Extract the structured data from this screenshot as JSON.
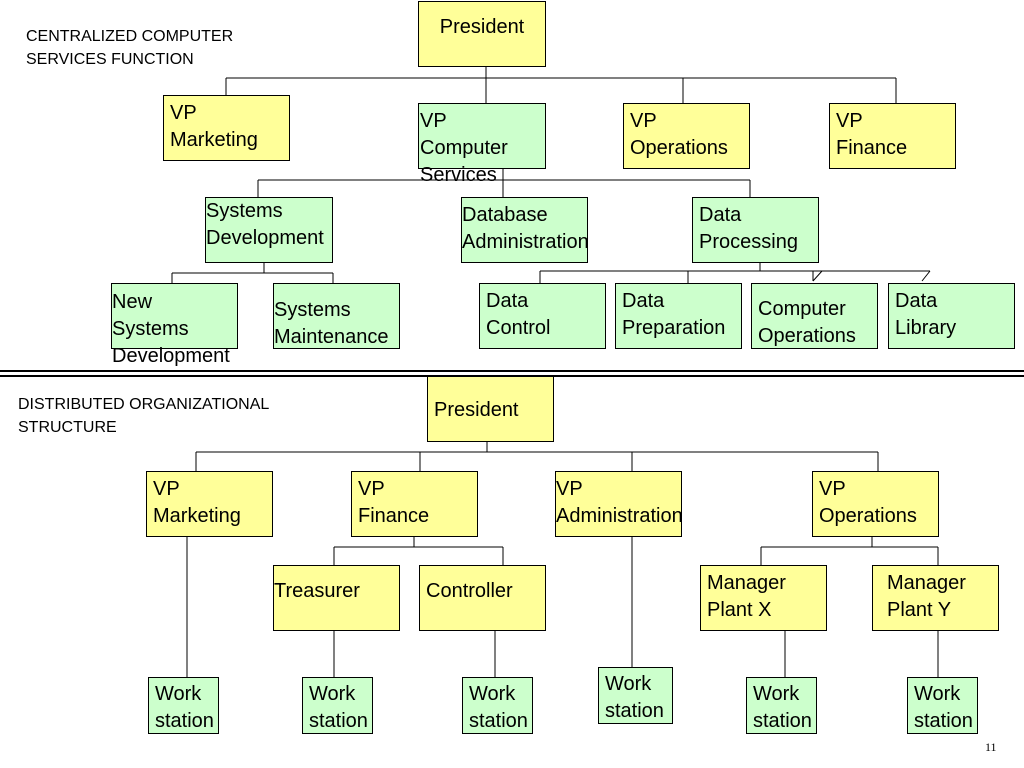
{
  "centralized": {
    "title": "CENTRALIZED COMPUTER\nSERVICES FUNCTION",
    "president": "President",
    "vp_marketing": "VP\nMarketing",
    "vp_computer_services": "VP Computer\nServices",
    "vp_operations": "VP\nOperations",
    "vp_finance": "VP\nFinance",
    "systems_development": "Systems\nDevelopment",
    "database_administration": "Database\nAdministration",
    "data_processing": "Data\nProcessing",
    "new_systems_development": "New Systems\nDevelopment",
    "systems_maintenance": "Systems\nMaintenance",
    "data_control": "Data\nControl",
    "data_preparation": "Data\nPreparation",
    "computer_operations": "Computer\nOperations",
    "data_library": "Data\nLibrary"
  },
  "distributed": {
    "title": "DISTRIBUTED ORGANIZATIONAL\nSTRUCTURE",
    "president": "President",
    "vp_marketing": "VP\nMarketing",
    "vp_finance": "VP\nFinance",
    "vp_administration": "VP\nAdministration",
    "vp_operations": "VP\nOperations",
    "treasurer": "Treasurer",
    "controller": "Controller",
    "manager_plant_x": "Manager\nPlant X",
    "manager_plant_y": "Manager\nPlant Y",
    "workstations": [
      "Work\nstation",
      "Work\nstation",
      "Work\nstation",
      "Work\nstation",
      "Work\nstation",
      "Work\nstation"
    ]
  },
  "page_number": "11",
  "colors": {
    "yellow_box": "#ffff99",
    "green_box": "#ccffcc"
  }
}
